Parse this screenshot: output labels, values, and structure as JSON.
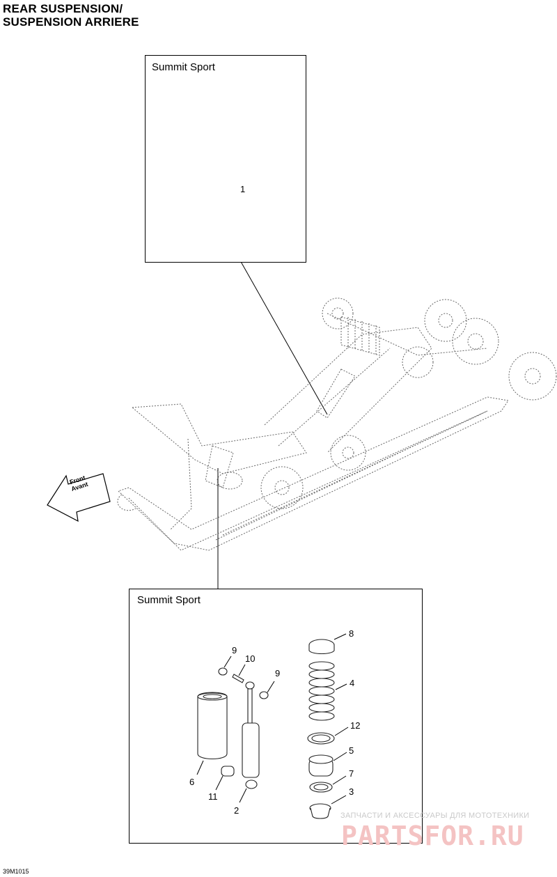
{
  "title": {
    "line1": "REAR SUSPENSION/",
    "line2": "SUSPENSION ARRIERE"
  },
  "top_box": {
    "label": "Summit Sport"
  },
  "bottom_box": {
    "label": "Summit Sport"
  },
  "front_arrow": {
    "line1": "Front",
    "line2": "Avant"
  },
  "callouts": [
    "1",
    "2",
    "3",
    "4",
    "5",
    "6",
    "7",
    "8",
    "9",
    "9",
    "10",
    "11",
    "12"
  ],
  "code": "39M1015",
  "watermark": {
    "small": "ЗАПЧАСТИ И АКСЕССУАРЫ ДЛЯ МОТОТЕХНИКИ",
    "big": "PARTSFOR.RU"
  }
}
